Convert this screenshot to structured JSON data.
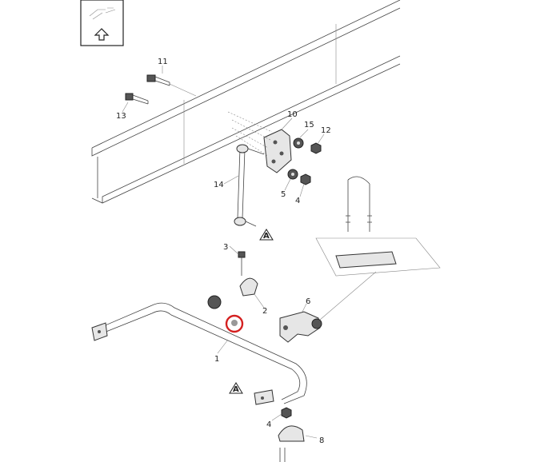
{
  "callouts": [
    {
      "id": "c1",
      "text": "1"
    },
    {
      "id": "c2",
      "text": "2"
    },
    {
      "id": "c3",
      "text": "3"
    },
    {
      "id": "c4a",
      "text": "4"
    },
    {
      "id": "c4b",
      "text": "4"
    },
    {
      "id": "c5",
      "text": "5"
    },
    {
      "id": "c6",
      "text": "6"
    },
    {
      "id": "c8",
      "text": "8"
    },
    {
      "id": "c10",
      "text": "10"
    },
    {
      "id": "c11",
      "text": "11"
    },
    {
      "id": "c12",
      "text": "12"
    },
    {
      "id": "c13",
      "text": "13"
    },
    {
      "id": "c14",
      "text": "14"
    },
    {
      "id": "c15",
      "text": "15"
    }
  ],
  "refs": [
    {
      "id": "refA1",
      "text": "A"
    },
    {
      "id": "refA2",
      "text": "A"
    }
  ],
  "highlight": {
    "color": "#d42020"
  }
}
